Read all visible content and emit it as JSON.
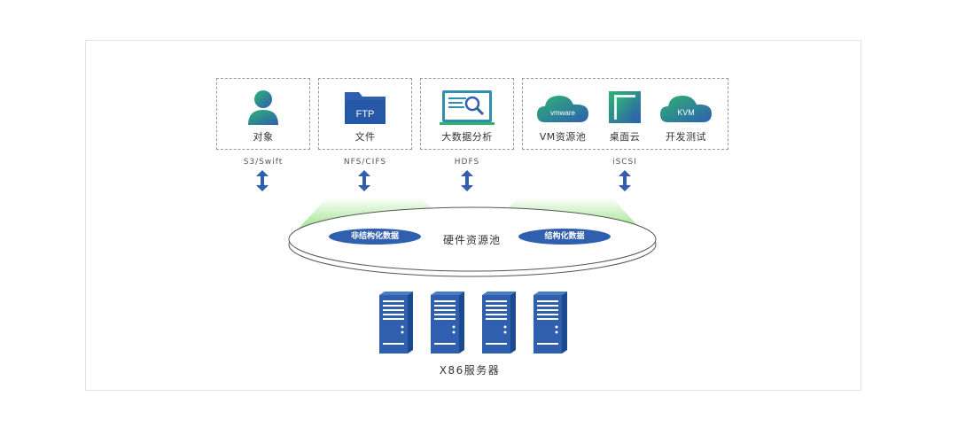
{
  "items": [
    {
      "label": "对象"
    },
    {
      "label": "文件"
    },
    {
      "label": "大数据分析"
    },
    {
      "label": "VM资源池"
    },
    {
      "label": "桌面云"
    },
    {
      "label": "开发测试"
    }
  ],
  "icon_text": {
    "ftp": "FTP",
    "vmware": "vmware",
    "kvm": "KVM"
  },
  "protocols": [
    "S3/Swift",
    "NFS/CIFS",
    "HDFS",
    "iSCSI"
  ],
  "pool": {
    "label": "硬件资源池",
    "unstructured": "非结构化数据",
    "structured": "结构化数据"
  },
  "servers": {
    "label": "X86服务器",
    "count": 4
  },
  "colors": {
    "blue": "#2f5fae",
    "green": "#2db374",
    "teal": "#1a8fa0",
    "glow": "#8ee07a"
  }
}
